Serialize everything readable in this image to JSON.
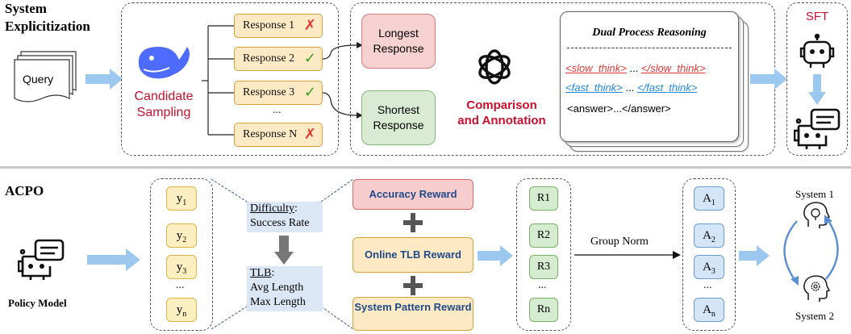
{
  "section1": {
    "title": "System Explicitization",
    "query": "Query",
    "candidate_sampling": "Candidate Sampling",
    "responses": [
      {
        "label": "Response 1",
        "mark": "✗",
        "ok": false
      },
      {
        "label": "Response 2",
        "mark": "✓",
        "ok": true
      },
      {
        "label": "Response 3",
        "mark": "✓",
        "ok": true
      },
      {
        "label": "Response N",
        "mark": "✗",
        "ok": false
      }
    ],
    "ellipsis": "...",
    "longest": "Longest Response",
    "shortest": "Shortest Response",
    "comparison": "Comparison and Annotation",
    "dual_title": "Dual Process Reasoning",
    "slow_open": "<slow_think>",
    "slow_close": "</slow_think>",
    "fast_open": "<fast_think>",
    "fast_close": "</fast_think>",
    "mid_dots": "...",
    "answer_line": "<answer>...</answer>",
    "sft": "SFT"
  },
  "section2": {
    "title": "ACPO",
    "policy_model": "Policy Model",
    "y_items": [
      "y",
      "y",
      "y",
      "y"
    ],
    "y_subs": [
      "1",
      "2",
      "3",
      "n"
    ],
    "difficulty_label": "Difficulty",
    "colon": ":",
    "success_rate": "Success Rate",
    "tlb_label": "TLB",
    "avg_length": "Avg Length",
    "max_length": "Max Length",
    "accuracy_reward": "Accuracy Reward",
    "online_tlb_reward": "Online TLB Reward",
    "system_pattern_reward": "System Pattern Reward",
    "r_items": [
      "R1",
      "R2",
      "R3",
      "Rn"
    ],
    "group_norm": "Group Norm",
    "a_items": [
      "A",
      "A",
      "A",
      "A"
    ],
    "a_subs": [
      "1",
      "2",
      "3",
      "n"
    ],
    "system1": "System 1",
    "system2": "System 2",
    "ellipsis": "..."
  },
  "colors": {
    "red_accent": "#c8102e",
    "slow_tag": "#e53935",
    "fast_tag": "#1e88e5",
    "arrow_blue": "#9cc8ef"
  }
}
